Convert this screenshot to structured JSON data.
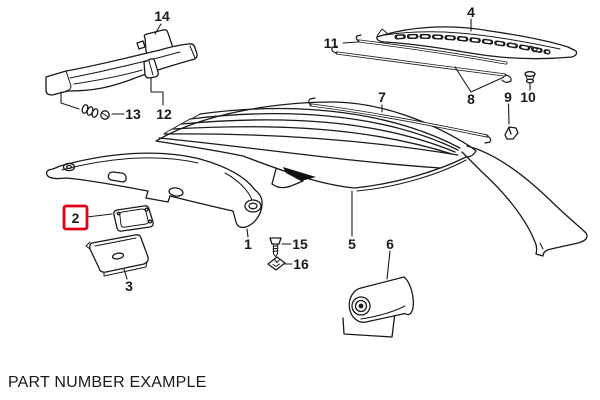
{
  "page": {
    "background": "#ffffff",
    "caption": "PART NUMBER EXAMPLE"
  },
  "diagram": {
    "line_color": "#1a1a1a",
    "highlight_color": "#e00016",
    "highlighted_part": "2",
    "callouts": [
      {
        "label": "1"
      },
      {
        "label": "2"
      },
      {
        "label": "3"
      },
      {
        "label": "4"
      },
      {
        "label": "5"
      },
      {
        "label": "6"
      },
      {
        "label": "7"
      },
      {
        "label": "8"
      },
      {
        "label": "9"
      },
      {
        "label": "10"
      },
      {
        "label": "11"
      },
      {
        "label": "12"
      },
      {
        "label": "13"
      },
      {
        "label": "14"
      },
      {
        "label": "15"
      },
      {
        "label": "16"
      }
    ]
  }
}
